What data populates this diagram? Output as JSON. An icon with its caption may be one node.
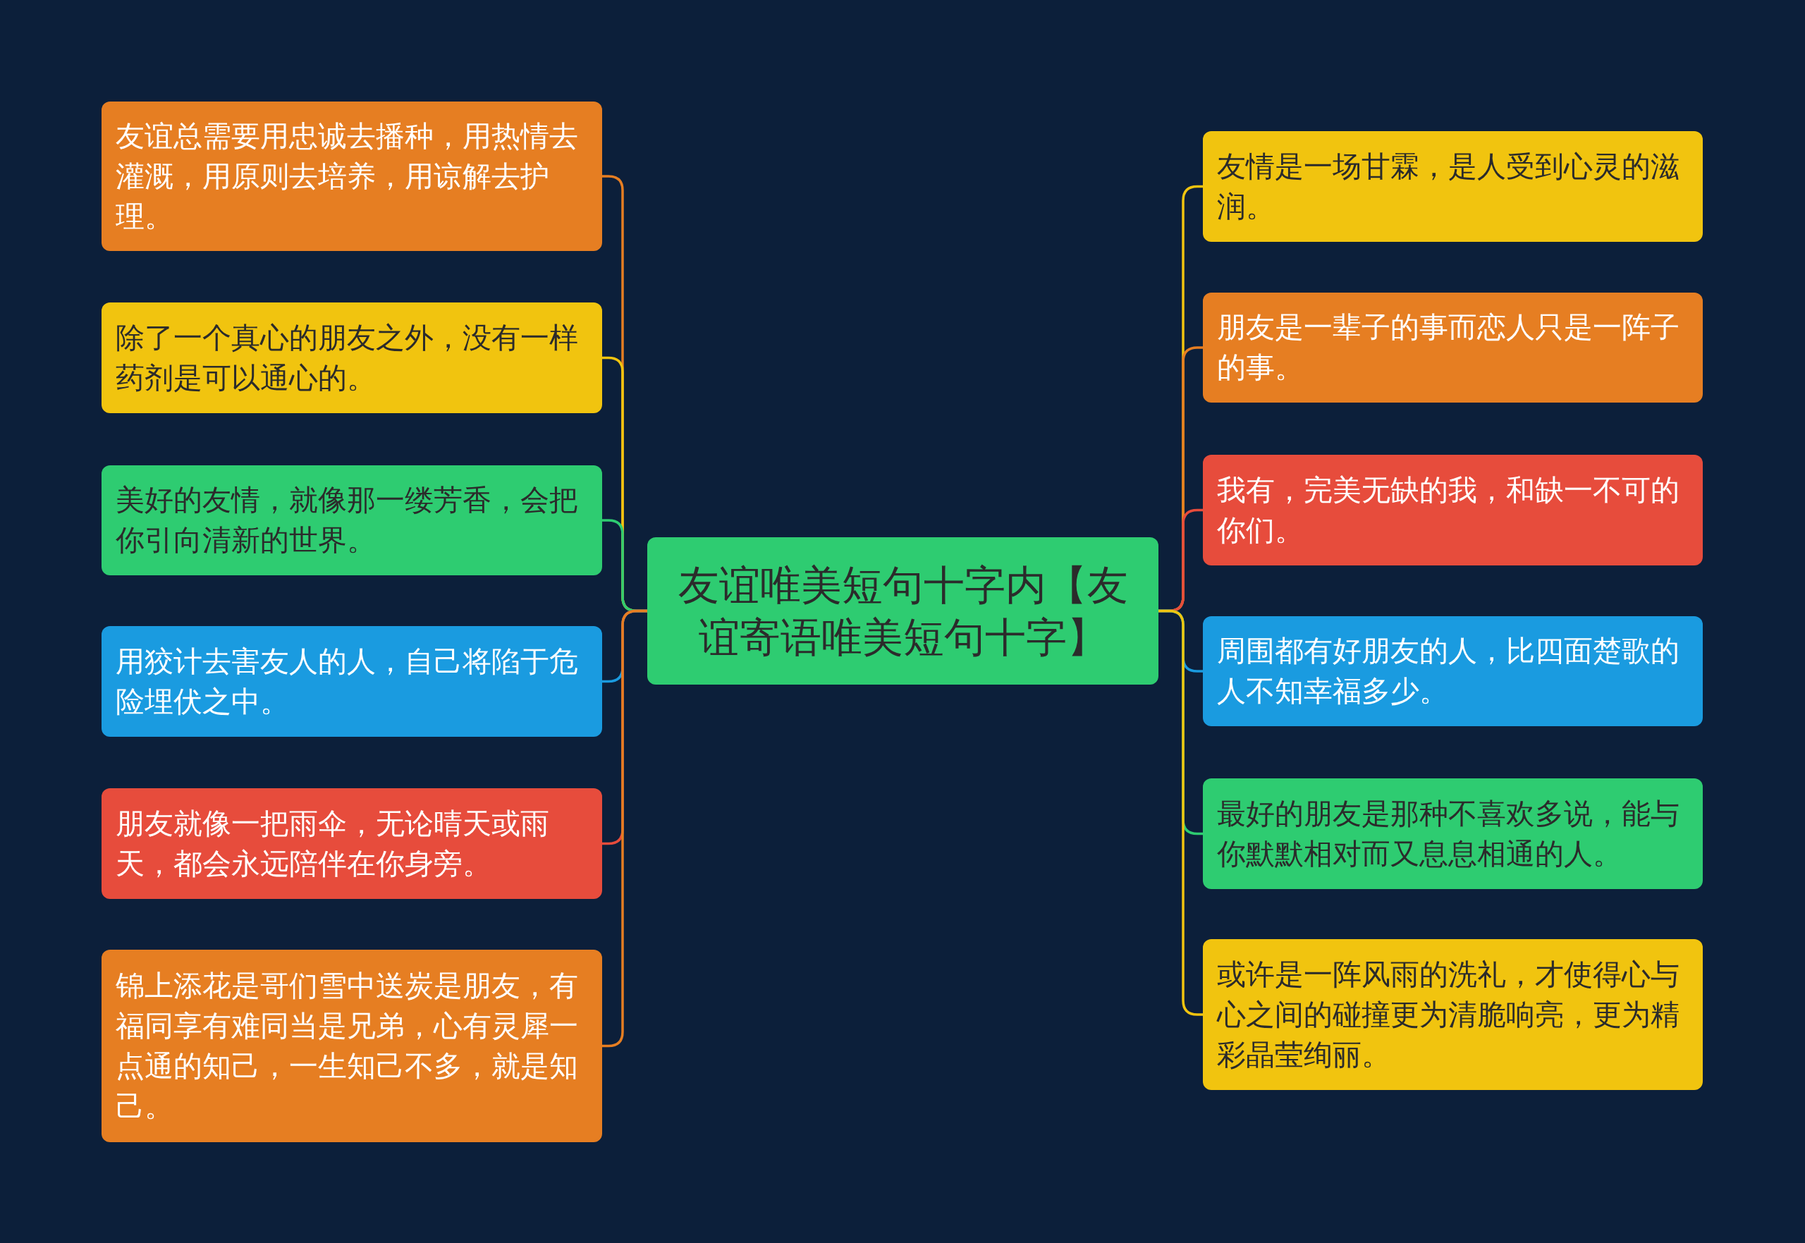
{
  "diagram": {
    "nodes": [
      {
        "text": [
          "友谊唯美短句十字内【友谊寄语唯美短句十字】"
        ]
      },
      {
        "text": [
          "友谊总需要用忠诚去播种，用热情去灌溉，用原则去培养，用谅解去护理。"
        ]
      },
      {
        "text": [
          "除了一个真心的朋友之外，没有一样药剂是可以通心的。"
        ]
      },
      {
        "text": [
          "美好的友情，就像那一缕芳香，会把你引向清新的世界。"
        ]
      },
      {
        "text": [
          "用狡计去害友人的人，自己将陷于危险埋伏之中。"
        ]
      },
      {
        "text": [
          "朋友就像一把雨伞，无论晴天或雨天，都会永远陪伴在你身旁。"
        ]
      },
      {
        "text": [
          "锦上添花是哥们雪中送炭是朋友，有福同享有难同当是兄弟，心有灵犀一点通的知己，一生知己不多，就是知己。"
        ]
      },
      {
        "text": [
          "友情是一场甘霖，是人受到心灵的滋润。"
        ]
      },
      {
        "text": [
          "朋友是一辈子的事而恋人只是一阵子的事。"
        ]
      },
      {
        "text": [
          "我有，完美无缺的我，和缺一不可的你们。"
        ]
      },
      {
        "text": [
          "周围都有好朋友的人，比四面楚歌的人不知幸福多少。"
        ]
      },
      {
        "text": [
          "最好的朋友是那种不喜欢多说，能与你默默相对而又息息相通的人。"
        ]
      },
      {
        "text": [
          "或许是一阵风雨的洗礼，才使得心与心之间的碰撞更为清脆响亮，更为精彩晶莹绚丽。"
        ]
      }
    ],
    "edges": [
      {
        "from": 0,
        "to": 1,
        "arrow": "none",
        "color": "#e67e22"
      },
      {
        "from": 0,
        "to": 2,
        "arrow": "none",
        "color": "#f1c40f"
      },
      {
        "from": 0,
        "to": 3,
        "arrow": "none",
        "color": "#2ecc71"
      },
      {
        "from": 0,
        "to": 4,
        "arrow": "none",
        "color": "#1a9be0"
      },
      {
        "from": 0,
        "to": 5,
        "arrow": "none",
        "color": "#e74c3c"
      },
      {
        "from": 0,
        "to": 6,
        "arrow": "none",
        "color": "#e67e22"
      },
      {
        "from": 0,
        "to": 7,
        "arrow": "none",
        "color": "#f1c40f"
      },
      {
        "from": 0,
        "to": 8,
        "arrow": "none",
        "color": "#e67e22"
      },
      {
        "from": 0,
        "to": 9,
        "arrow": "none",
        "color": "#e74c3c"
      },
      {
        "from": 0,
        "to": 10,
        "arrow": "none",
        "color": "#1a9be0"
      },
      {
        "from": 0,
        "to": 11,
        "arrow": "none",
        "color": "#2ecc71"
      },
      {
        "from": 0,
        "to": 12,
        "arrow": "none",
        "color": "#f1c40f"
      }
    ]
  }
}
